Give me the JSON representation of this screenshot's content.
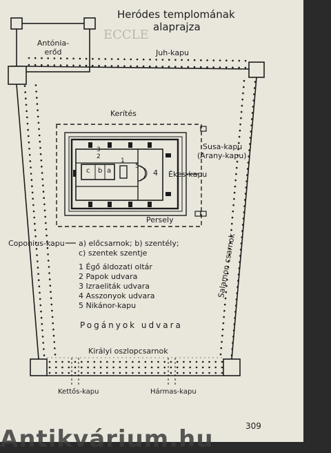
{
  "title_line1": "Heródes templomának",
  "title_line2": "alaprajza",
  "antonia": "Antónia-erőd",
  "juh_kapu": "Juh-kapu",
  "kerites": "Kerítés",
  "susa_kapu": "Susa-kapu",
  "arany_kapu": "(Arany-kapu)",
  "ekes_kapu": "Ékes-kapu",
  "persely": "Persely",
  "coponius_kapu": "Coponius-kapu",
  "salamon": "Salamon csarnok",
  "gate_mark": "4",
  "legend": {
    "abc_line1": "a) előcsarnok; b) szentély;",
    "abc_line2": "c) szentek szentje",
    "items": [
      "1 Égő áldozati oltár",
      "2 Papok udvara",
      "3 Izraeliták udvara",
      "4 Asszonyok udvara",
      "5 Nikánor-kapu"
    ]
  },
  "plan_labels": {
    "a": "a",
    "b": "b",
    "c": "c",
    "n1": "1",
    "n2": "2",
    "n3": "3",
    "n5": "5"
  },
  "pogany": "Pogányok udvara",
  "kiralyi": "Királyi oszlopcsarnok",
  "kettos_kapu": "Kettős-kapu",
  "harmas_kapu": "Hármas-kapu",
  "page_number": "309",
  "watermark": "Antikvárium.hu"
}
